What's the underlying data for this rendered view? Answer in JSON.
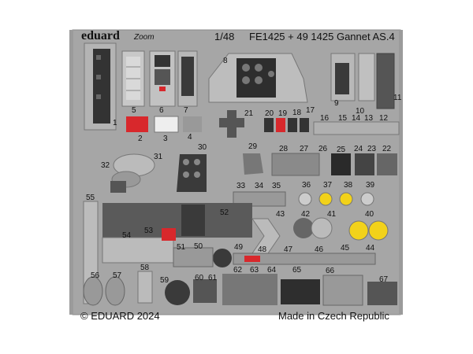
{
  "header": {
    "brand": "eduard",
    "brand_sub": "Zoom",
    "scale": "1/48",
    "product_code": "FE1425 + 49 1425 Gannet AS.4"
  },
  "footer": {
    "copyright": "© EDUARD 2024",
    "origin": "Made in Czech Republic"
  },
  "part_numbers": [
    "1",
    "2",
    "3",
    "4",
    "5",
    "6",
    "7",
    "8",
    "9",
    "10",
    "11",
    "12",
    "13",
    "14",
    "15",
    "16",
    "17",
    "18",
    "19",
    "20",
    "21",
    "22",
    "23",
    "24",
    "25",
    "26",
    "27",
    "28",
    "29",
    "30",
    "31",
    "32",
    "33",
    "34",
    "35",
    "36",
    "37",
    "38",
    "39",
    "40",
    "41",
    "42",
    "43",
    "44",
    "45",
    "46",
    "47",
    "48",
    "49",
    "50",
    "51",
    "52",
    "53",
    "54",
    "55",
    "56",
    "57",
    "58",
    "59",
    "60",
    "61",
    "62",
    "63",
    "64",
    "65",
    "66",
    "67"
  ],
  "colors": {
    "fret_metal": "#a6a6a6",
    "fret_edge": "#8a8a8a",
    "panel_dark": "#3a3a3a",
    "gauge_yellow": "#f2d21a",
    "warning_red": "#d8282c"
  }
}
